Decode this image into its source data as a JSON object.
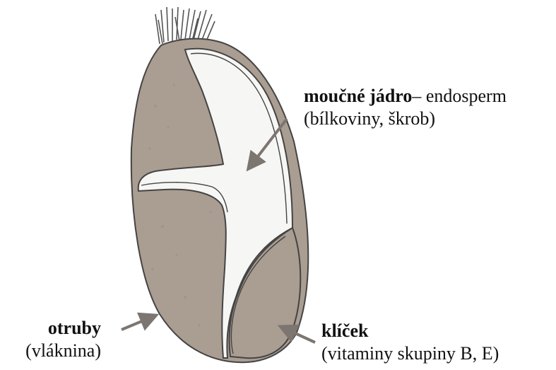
{
  "labels": {
    "endosperm": {
      "name": "moučné jádro",
      "suffix": "– endosperm",
      "description": "(bílkoviny, škrob)"
    },
    "bran": {
      "name": "otruby",
      "description": "(vláknina)"
    },
    "germ": {
      "name": "klíček",
      "description": "(vitaminy skupiny B, E)"
    }
  },
  "colors": {
    "bran": "#aa9d91",
    "endosperm": "#f6f6f4",
    "outline": "#444444",
    "arrow": "#7c7570",
    "text": "#111111"
  }
}
